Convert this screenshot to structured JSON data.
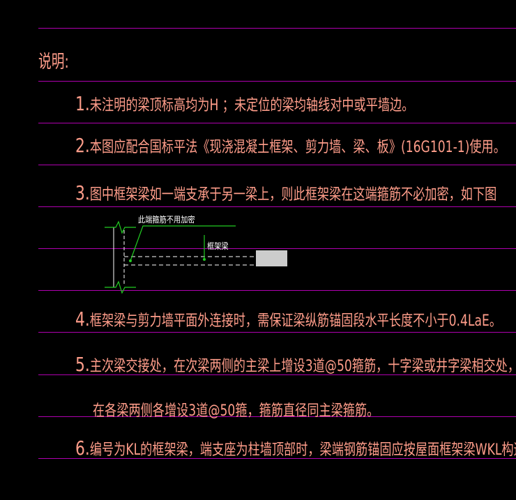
{
  "title": "说明:",
  "notes": [
    {
      "num": "1.",
      "text": "未注明的梁顶标高均为H ；未定位的梁均轴线对中或平墙边。"
    },
    {
      "num": "2.",
      "text": "本图应配合国标平法《现浇混凝土框架、剪力墙、梁、板》(16G101-1)使用。"
    },
    {
      "num": "3.",
      "text": "图中框架梁如一端支承于另一梁上，则此框架梁在这端箍筋不必加密，如下图"
    },
    {
      "num": "4.",
      "text": "框架梁与剪力墙平面外连接时，需保证梁纵筋锚固段水平长度不小于0.4LaE。"
    },
    {
      "num": "5.",
      "text": "主次梁交接处，在次梁两侧的主梁上增设3道@50箍筋，十字梁或井字梁相交处，"
    },
    {
      "num": "",
      "text": "在各梁两侧各增设3道@50箍，箍筋直径同主梁箍筋。"
    },
    {
      "num": "6.",
      "text": "编号为KL的框架梁，端支座为柱墙顶部时，梁端钢筋锚固应按屋面框架梁WKL构造。"
    }
  ],
  "diagram": {
    "label_top": "此端箍筋不用加密",
    "label_beam": "框架梁"
  },
  "colors": {
    "rule": "#b000b0",
    "text": "#ff9d8a",
    "green": "#22cc22",
    "white": "#ffffff",
    "block": "#cccccc"
  }
}
